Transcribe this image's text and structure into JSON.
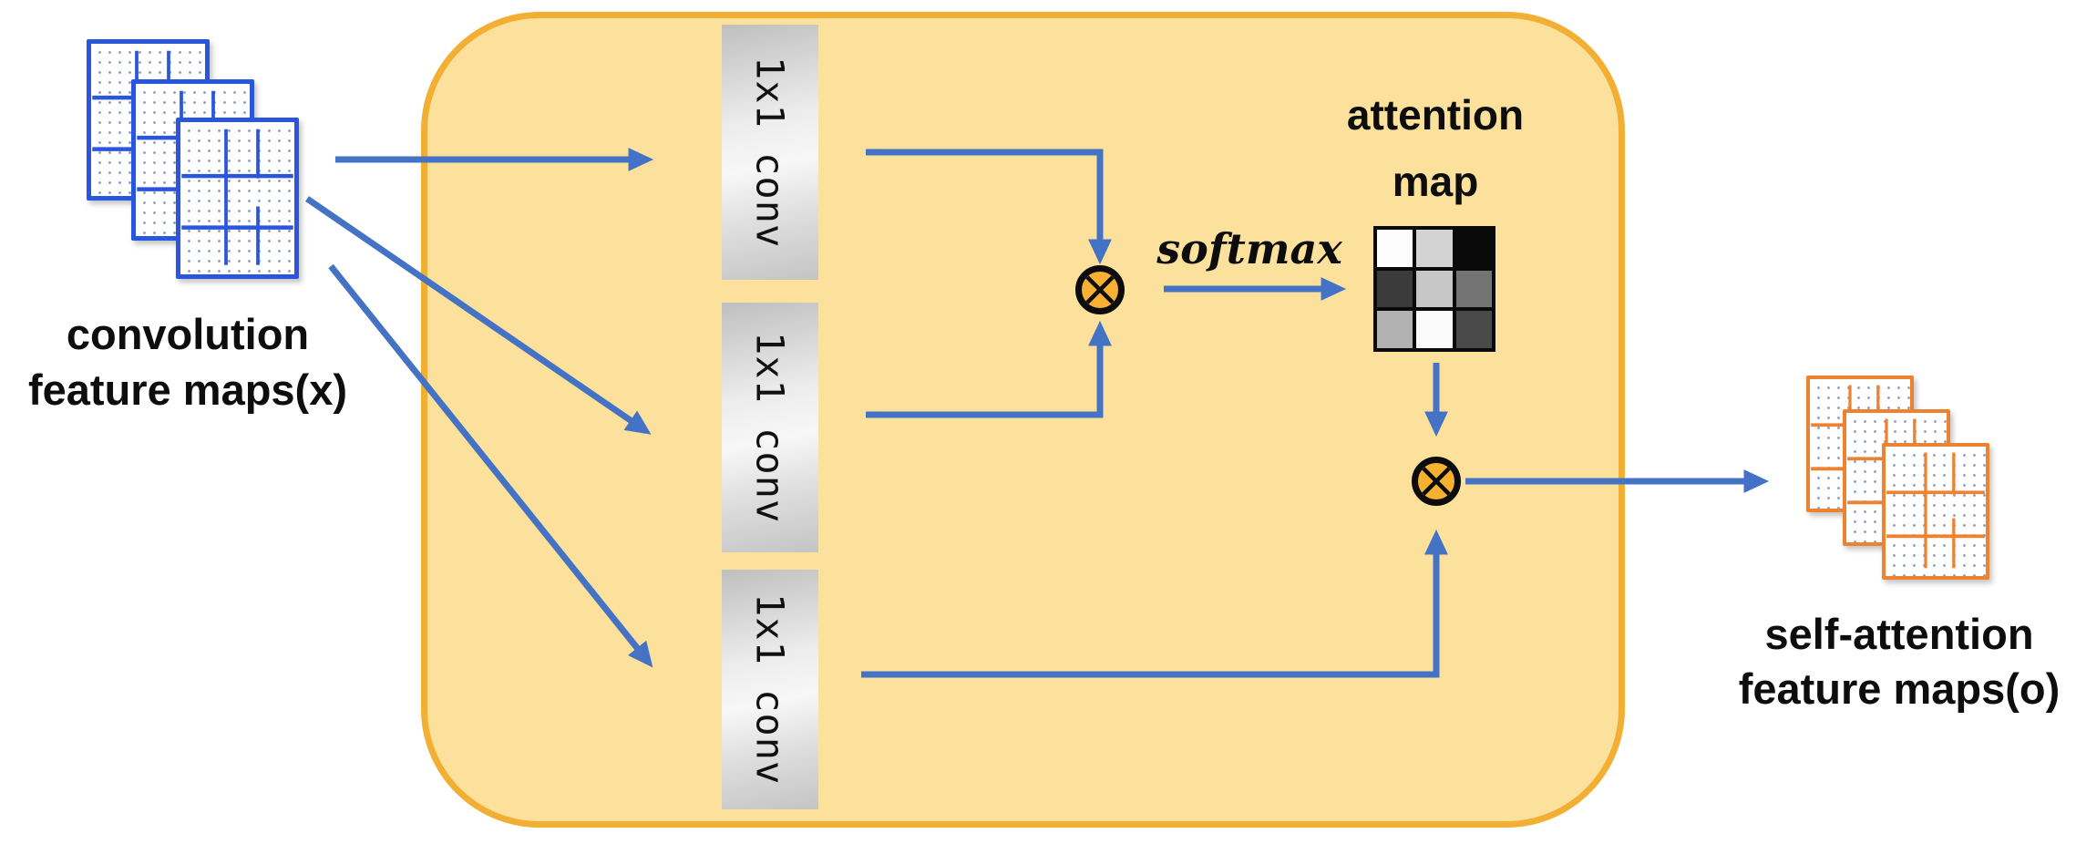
{
  "diagram": {
    "input_label": {
      "line1": "convolution",
      "line2": "feature maps(x)"
    },
    "output_label": {
      "line1": "self-attention",
      "line2": "feature maps(o)"
    },
    "conv_boxes": [
      {
        "label": "1x1 conv"
      },
      {
        "label": "1x1 conv"
      },
      {
        "label": "1x1 conv"
      }
    ],
    "softmax_label": "softmax",
    "attention_label": {
      "line1": "attention",
      "line2": "map"
    },
    "operators": [
      {
        "icon": "circled-times-icon"
      },
      {
        "icon": "circled-times-icon"
      }
    ],
    "attention_map": {
      "rows": 3,
      "cols": 3,
      "shades": [
        [
          "#fdfdfd",
          "#d3d3d3",
          "#0a0a0a"
        ],
        [
          "#3b3b3b",
          "#c7c7c7",
          "#747474"
        ],
        [
          "#b2b2b2",
          "#fbfbfb",
          "#4a4a4a"
        ]
      ]
    },
    "colors": {
      "arrow-blue": "#4472c4",
      "panel-fill": "#fbe19b",
      "panel-border": "#f2af34",
      "input-map": "#2a56dd",
      "output-map": "#ed8231",
      "operator-fill": "#f6b132",
      "label-text": "#0d0d0d"
    }
  }
}
